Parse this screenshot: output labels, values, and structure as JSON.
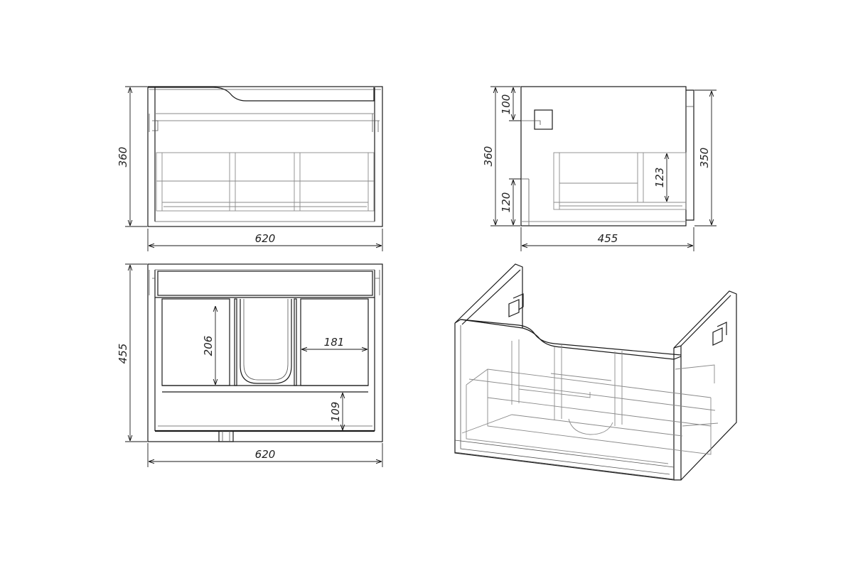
{
  "dimensions": {
    "front_height": "360",
    "front_width": "620",
    "side_total_height": "360",
    "side_top_offset": "100",
    "side_bottom_offset": "120",
    "side_inner_height": "123",
    "side_right_height": "350",
    "side_depth": "455",
    "top_depth": "455",
    "top_compartment_height": "206",
    "top_compartment_width": "181",
    "top_drawer_height": "109",
    "top_width": "620"
  }
}
